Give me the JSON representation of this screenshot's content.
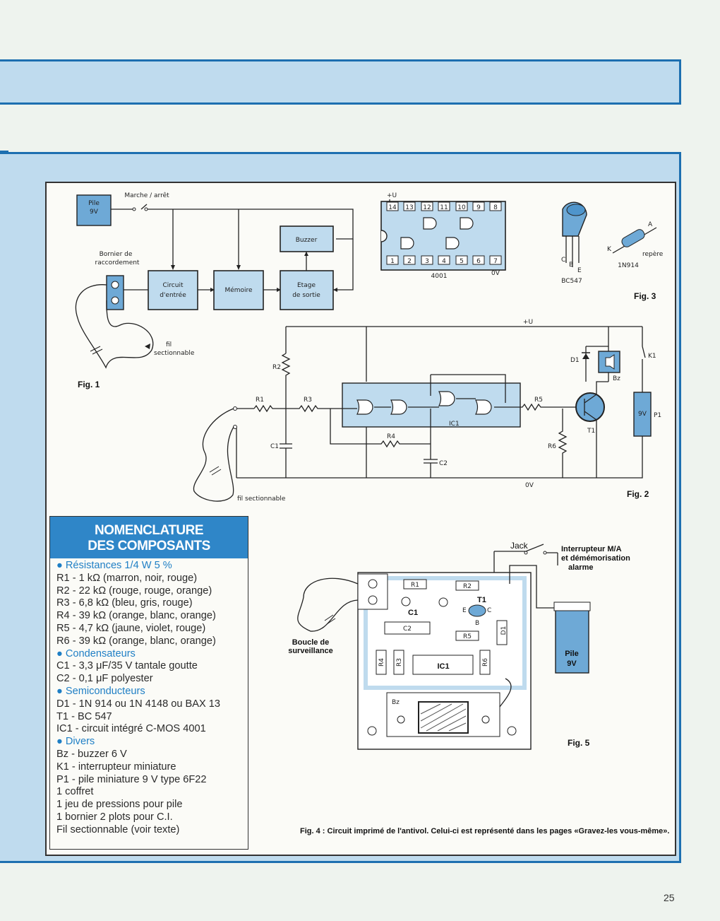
{
  "page_number": "25",
  "fig_labels": {
    "fig1": "Fig. 1",
    "fig2": "Fig. 2",
    "fig3": "Fig. 3",
    "fig5": "Fig. 5"
  },
  "fig1": {
    "pile": "Pile",
    "pile_v": "9V",
    "switch": "Marche / arrêt",
    "bornier_1": "Bornier de",
    "bornier_2": "raccordement",
    "circuit_1": "Circuit",
    "circuit_2": "d'entrée",
    "memoire": "Mémoire",
    "buzzer": "Buzzer",
    "etage_1": "Etage",
    "etage_2": "de sortie",
    "fil_1": "fil",
    "fil_2": "sectionnable"
  },
  "fig3": {
    "plus_u": "+U",
    "pins_top": [
      "14",
      "13",
      "12",
      "11",
      "10",
      "9",
      "8"
    ],
    "pins_bottom": [
      "1",
      "2",
      "3",
      "4",
      "5",
      "6",
      "7"
    ],
    "ic": "4001",
    "zero_v": "0V",
    "transistor": "BC547",
    "c": "C",
    "b": "B",
    "e": "E",
    "diode": "1N914",
    "k": "K",
    "a": "A",
    "repere": "repère"
  },
  "fig2": {
    "plus_u": "+U",
    "zero_v": "0V",
    "r1": "R1",
    "r2": "R2",
    "r3": "R3",
    "r4": "R4",
    "r5": "R5",
    "r6": "R6",
    "c1": "C1",
    "c2": "C2",
    "ic1": "IC1",
    "d1": "D1",
    "bz": "Bz",
    "k1": "K1",
    "t1": "T1",
    "p1": "P1",
    "p1_v": "9V",
    "fil": "fil sectionnable"
  },
  "nomenclature": {
    "title_1": "NOMENCLATURE",
    "title_2": "DES COMPOSANTS",
    "sections": [
      {
        "heading": "● Résistances 1/4 W 5 %",
        "items": [
          "R1 - 1 kΩ (marron, noir, rouge)",
          "R2 - 22 kΩ (rouge, rouge, orange)",
          "R3 - 6,8 kΩ (bleu, gris, rouge)",
          "R4 - 39 kΩ (orange, blanc, orange)",
          "R5 - 4,7 kΩ (jaune, violet, rouge)",
          "R6 - 39 kΩ (orange, blanc, orange)"
        ]
      },
      {
        "heading": "● Condensateurs",
        "items": [
          "C1 - 3,3 μF/35 V tantale goutte",
          "C2 - 0,1 μF polyester"
        ]
      },
      {
        "heading": "● Semiconducteurs",
        "items": [
          "D1 - 1N 914 ou 1N 4148 ou BAX 13",
          "T1 - BC 547",
          "IC1 - circuit intégré C-MOS 4001"
        ]
      },
      {
        "heading": "● Divers",
        "items": [
          "Bz - buzzer 6 V",
          "K1 - interrupteur miniature",
          "P1 - pile miniature 9 V type 6F22",
          "1 coffret",
          "1 jeu de pressions pour pile",
          "1 bornier 2 plots pour C.I.",
          "Fil sectionnable (voir texte)"
        ]
      }
    ]
  },
  "fig5": {
    "jack": "Jack",
    "inter_1": "Interrupteur M/A",
    "inter_2": "et démémorisation",
    "inter_3": "alarme",
    "boucle_1": "Boucle de",
    "boucle_2": "surveillance",
    "r1": "R1",
    "r2": "R2",
    "r3": "R3",
    "r4": "R4",
    "r5": "R5",
    "r6": "R6",
    "c1": "C1",
    "c2": "C2",
    "t1": "T1",
    "ic1": "IC1",
    "d1": "D1",
    "bz": "Bz",
    "e": "E",
    "b": "B",
    "c": "C",
    "pile": "Pile",
    "pile_v": "9V"
  },
  "caption": "Fig. 4 : Circuit imprimé de l'antivol. Celui-ci est représenté dans les pages «Gravez-les vous-même»."
}
